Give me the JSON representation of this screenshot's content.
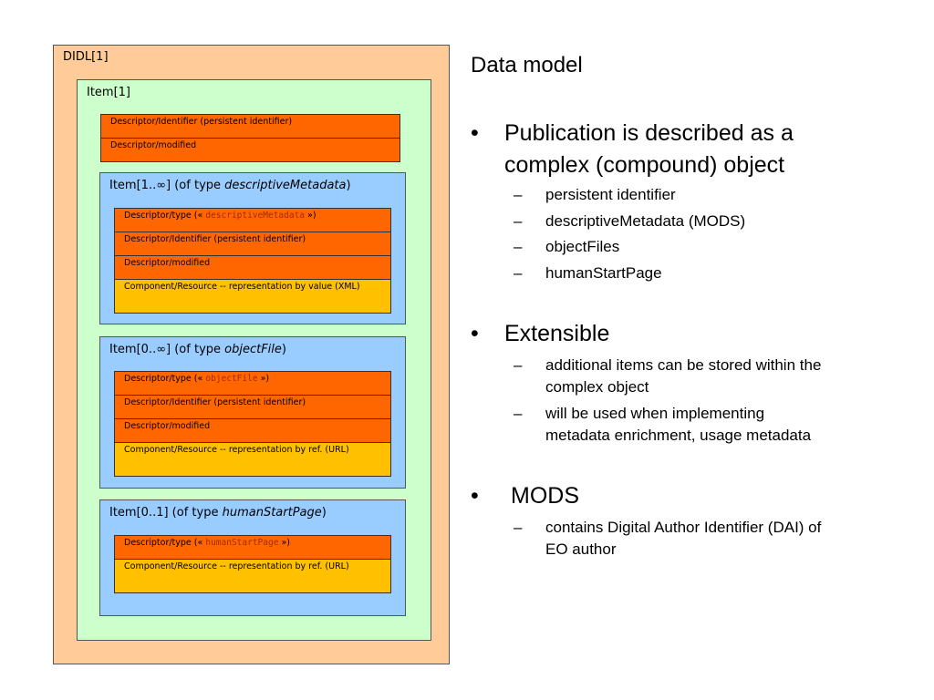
{
  "diagram": {
    "didl_label": "DIDL[1]",
    "item_label": "Item[1]",
    "top_rows": [
      "Descriptor/Identifier (persistent identifier)",
      "Descriptor/modified"
    ],
    "item_descriptive": {
      "label_prefix": "Item[1..∞] (of type ",
      "label_type": "descriptiveMetadata",
      "label_suffix": ")",
      "type_row_prefix": "Descriptor/type («",
      "type_row_value": "descriptiveMetadata",
      "type_row_suffix": "»)",
      "rows": [
        "Descriptor/Identifier (persistent identifier)",
        "Descriptor/modified"
      ],
      "component": "Component/Resource -- representation by value (XML)"
    },
    "item_objectfile": {
      "label_prefix": "Item[0..∞] (of type ",
      "label_type": "objectFile",
      "label_suffix": ")",
      "type_row_prefix": "Descriptor/type («",
      "type_row_value": "objectFile",
      "type_row_suffix": "»)",
      "rows": [
        "Descriptor/Identifier (persistent identifier)",
        "Descriptor/modified"
      ],
      "component": "Component/Resource -- representation by ref. (URL)"
    },
    "item_humanstart": {
      "label_prefix": "Item[0..1] (of type ",
      "label_type": "humanStartPage",
      "label_suffix": ")",
      "type_row_prefix": "Descriptor/type («",
      "type_row_value": "humanStartPage",
      "type_row_suffix": "»)",
      "component": "Component/Resource -- representation by ref. (URL)"
    },
    "colors": {
      "didl_fill": "#ffcc99",
      "item_fill": "#ccffcc",
      "subitem_fill": "#99ccff",
      "descriptor_fill": "#ff6600",
      "component_fill": "#ffc000"
    }
  },
  "text": {
    "heading": "Data model",
    "bullet_glyph": "•",
    "dash_glyph": "–",
    "bullet1": {
      "line1": "Publication is described as a",
      "line2": "complex (compound) object",
      "subs": [
        "persistent identifier",
        "descriptiveMetadata (MODS)",
        "objectFiles",
        "humanStartPage"
      ]
    },
    "bullet2": {
      "label": "Extensible",
      "sub1_line1": "additional items can be stored within the",
      "sub1_line2": "complex object",
      "sub2_line1": "will be used when implementing",
      "sub2_line2": "metadata enrichment, usage metadata"
    },
    "bullet3": {
      "label": "MODS",
      "sub1_line1": "contains Digital Author Identifier (DAI) of",
      "sub1_line2": "EO author"
    }
  }
}
